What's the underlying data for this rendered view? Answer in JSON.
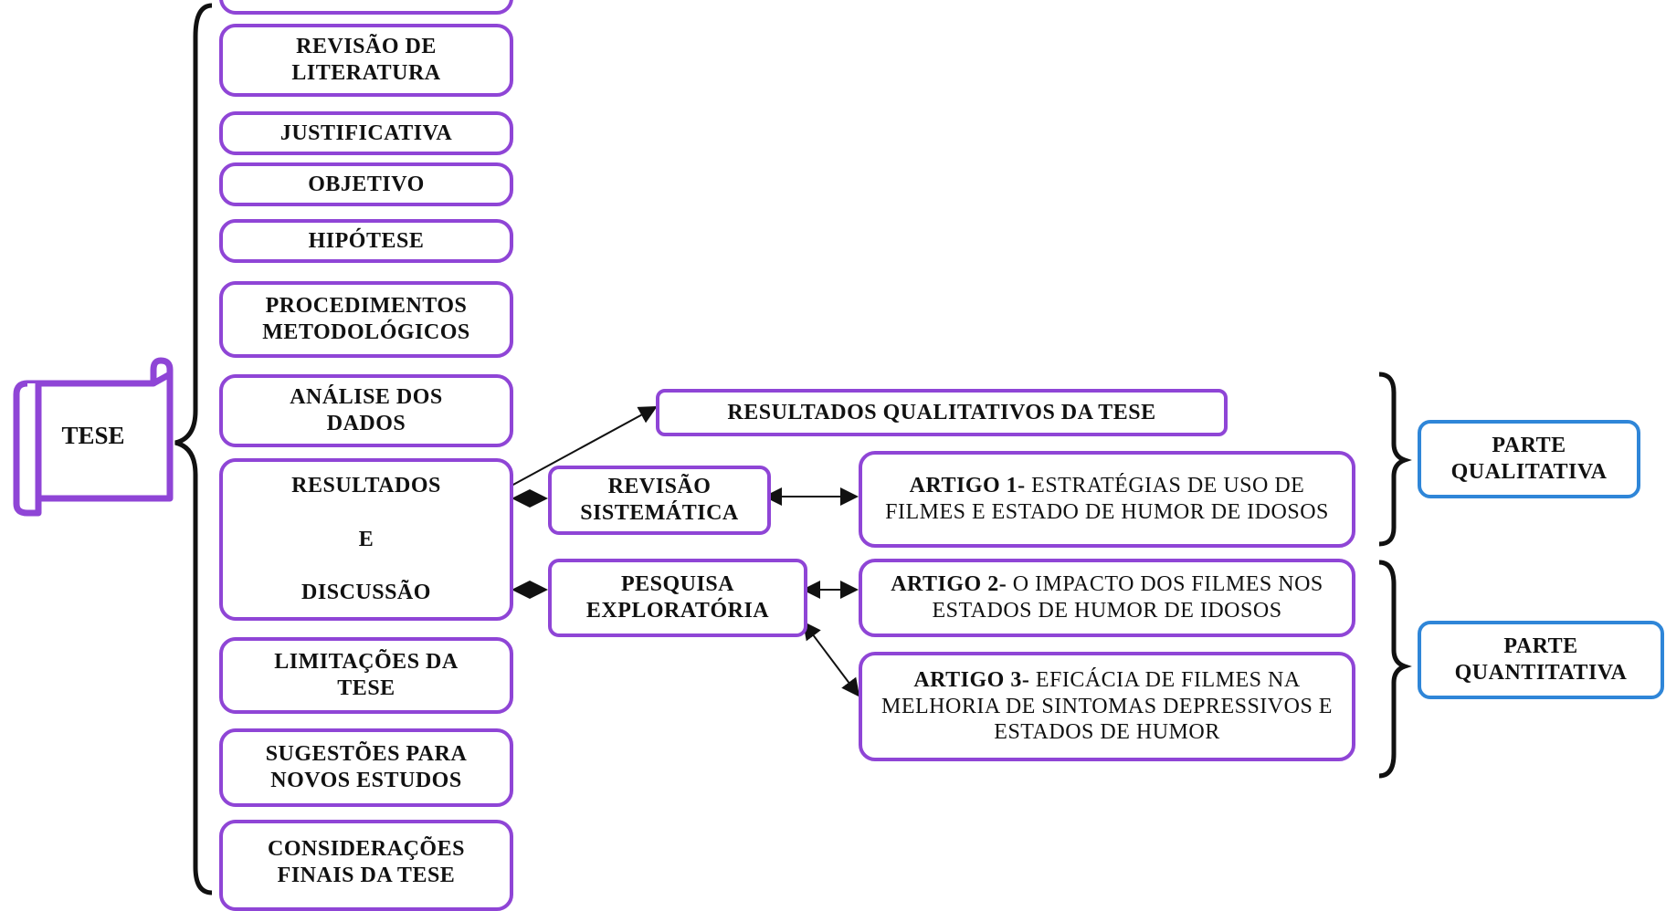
{
  "root": {
    "label": "TESE"
  },
  "sections": [
    {
      "id": "top",
      "label": ""
    },
    {
      "id": "revisao",
      "label": "REVISÃO DE\nLITERATURA"
    },
    {
      "id": "justificativa",
      "label": "JUSTIFICATIVA"
    },
    {
      "id": "objetivo",
      "label": "OBJETIVO"
    },
    {
      "id": "hipotese",
      "label": "HIPÓTESE"
    },
    {
      "id": "procedimentos",
      "label": "PROCEDIMENTOS\nMETODOLÓGICOS"
    },
    {
      "id": "analise",
      "label": "ANÁLISE DOS\nDADOS"
    },
    {
      "id": "resultados",
      "label": "RESULTADOS",
      "label2": "E",
      "label3": "DISCUSSÃO"
    },
    {
      "id": "limitacoes",
      "label": "LIMITAÇÕES DA\nTESE"
    },
    {
      "id": "sugestoes",
      "label": "SUGESTÕES PARA\nNOVOS ESTUDOS"
    },
    {
      "id": "consideracoes",
      "label": "CONSIDERAÇÕES\nFINAIS DA TESE"
    }
  ],
  "resultados_qualitativos": "RESULTADOS QUALITATIVOS DA TESE",
  "revisao_sistematica": "REVISÃO\nSISTEMÁTICA",
  "pesquisa_exploratoria": "PESQUISA\nEXPLORATÓRIA",
  "artigos": [
    {
      "prefix": "ARTIGO 1-",
      "text": " ESTRATÉGIAS DE USO DE FILMES E ESTADO DE HUMOR DE IDOSOS"
    },
    {
      "prefix": "ARTIGO 2-",
      "text": " O IMPACTO DOS FILMES NOS ESTADOS DE HUMOR DE IDOSOS"
    },
    {
      "prefix": "ARTIGO 3-",
      "text": " EFICÁCIA DE FILMES NA MELHORIA DE SINTOMAS DEPRESSIVOS E ESTADOS DE HUMOR"
    }
  ],
  "parte_qualitativa": "PARTE\nQUALITATIVA",
  "parte_quantitativa": "PARTE\nQUANTITATIVA",
  "colors": {
    "purple_border": "#8f45d6",
    "blue_border": "#2f86d8",
    "line": "#111111"
  }
}
